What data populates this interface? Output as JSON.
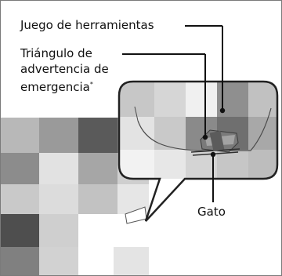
{
  "labels": {
    "tool_kit": "Juego de herramientas",
    "triangle_line1": "Triángulo de",
    "triangle_line2": "advertencia de",
    "triangle_line3": "emergencia",
    "triangle_note_mark": "*",
    "jack": "Gato"
  },
  "colors": {
    "leader_line": "#111111",
    "callout_border": "#222222",
    "tool_bag": "#6e6e6e"
  }
}
